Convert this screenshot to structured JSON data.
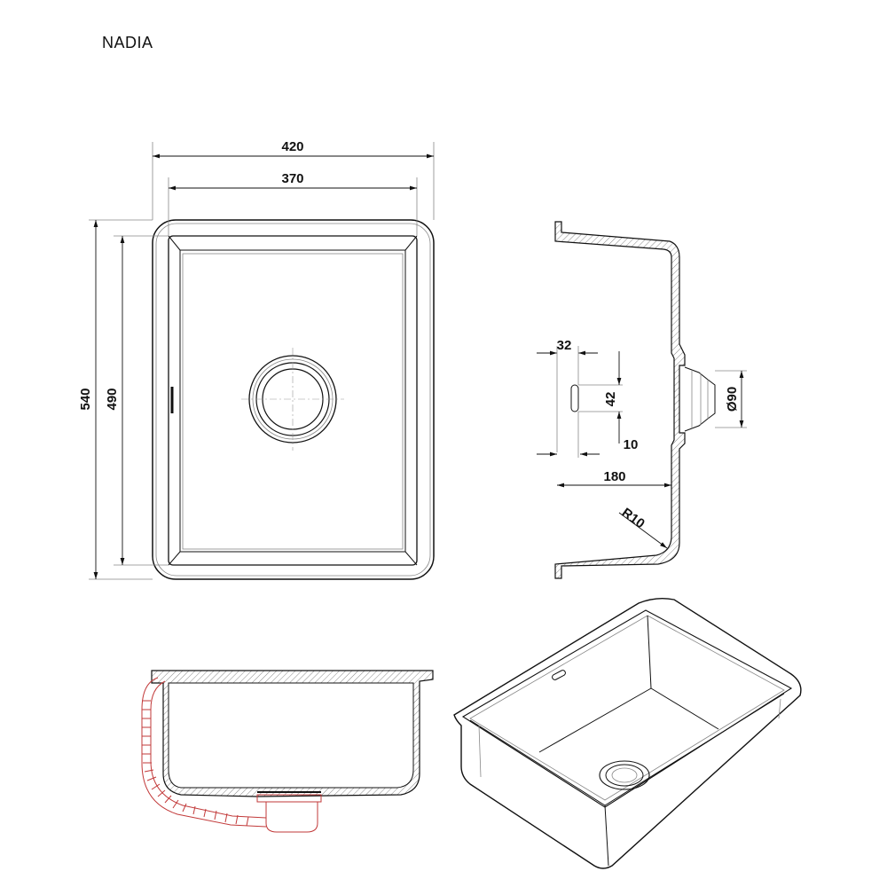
{
  "title": "NADIA",
  "dimensions": {
    "w_outer": "420",
    "w_inner": "370",
    "h_outer": "540",
    "h_inner": "490",
    "overflow_w": "32",
    "overflow_h": "42",
    "overflow_off": "10",
    "depth": "180",
    "radius": "R10",
    "drain": "Ø90"
  }
}
